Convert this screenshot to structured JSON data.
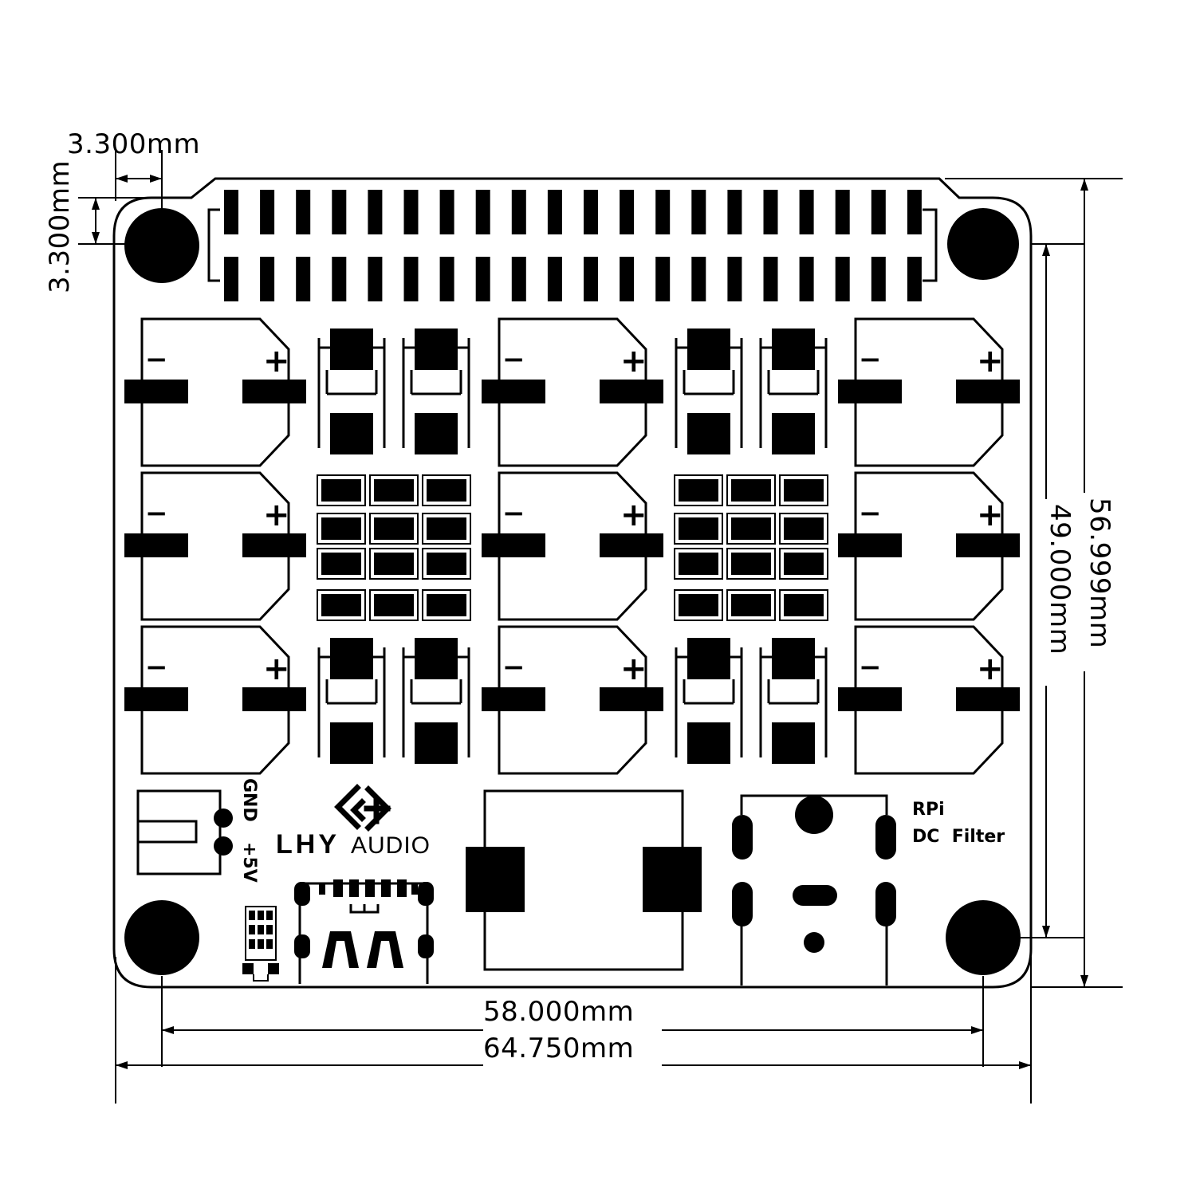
{
  "dimensions": {
    "hole_offset_x": "3.300mm",
    "hole_offset_y": "3.300mm",
    "hole_span_x": "58.000mm",
    "board_width": "64.750mm",
    "hole_span_y": "49.000mm",
    "board_height": "56.999mm"
  },
  "labels": {
    "brand_name": "LHY",
    "brand_sub": "AUDIO",
    "product_line1": "RPi",
    "product_line2": "DC  Filter",
    "pin_gnd": "GND",
    "pin_5v": "+5V",
    "cap_minus": "−",
    "cap_plus": "+"
  },
  "colors": {
    "ink": "#000000",
    "board": "#ffffff"
  }
}
